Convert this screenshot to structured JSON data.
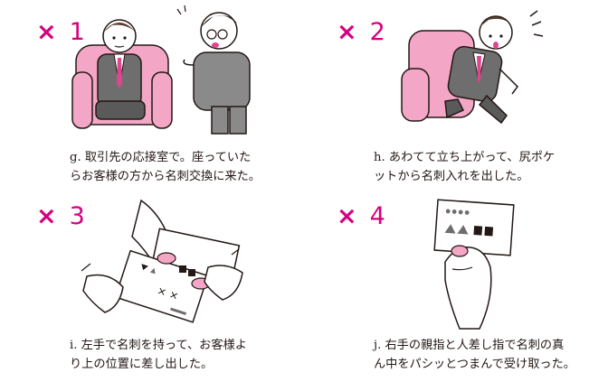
{
  "panels": [
    {
      "x_mark": "×",
      "number": "1",
      "caption_line1": "g. 取引先の応接室で。座っていた",
      "caption_line2": "らお客様の方から名刺交換に来た。"
    },
    {
      "x_mark": "×",
      "number": "2",
      "caption_line1": "h. あわてて立ち上がって、尻ポケ",
      "caption_line2": "ットから名刺入れを出した。"
    },
    {
      "x_mark": "×",
      "number": "3",
      "caption_line1": "i. 左手で名刺を持って、お客様よ",
      "caption_line2": "り上の位置に差し出した。"
    },
    {
      "x_mark": "×",
      "number": "4",
      "caption_line1": "j. 右手の親指と人差し指で名刺の真",
      "caption_line2": "ん中をパシッとつまんで受け取った。"
    }
  ],
  "colors": {
    "accent": "#d6007f",
    "sofa": "#f4a6c6",
    "suit": "#6e6e6e",
    "tie": "#e0458f"
  }
}
